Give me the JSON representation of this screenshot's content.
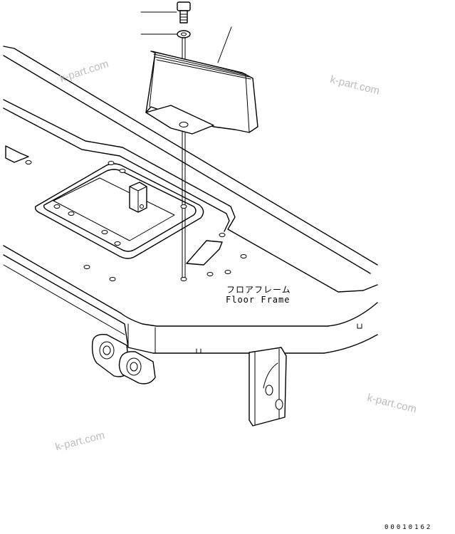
{
  "diagram": {
    "part_label_jp": "フロアフレーム",
    "part_label_en": "Floor Frame",
    "drawing_code": "00010162",
    "watermarks": [
      "k-part.com",
      "k-part.com",
      "k-part.com",
      "k-part.com"
    ]
  }
}
